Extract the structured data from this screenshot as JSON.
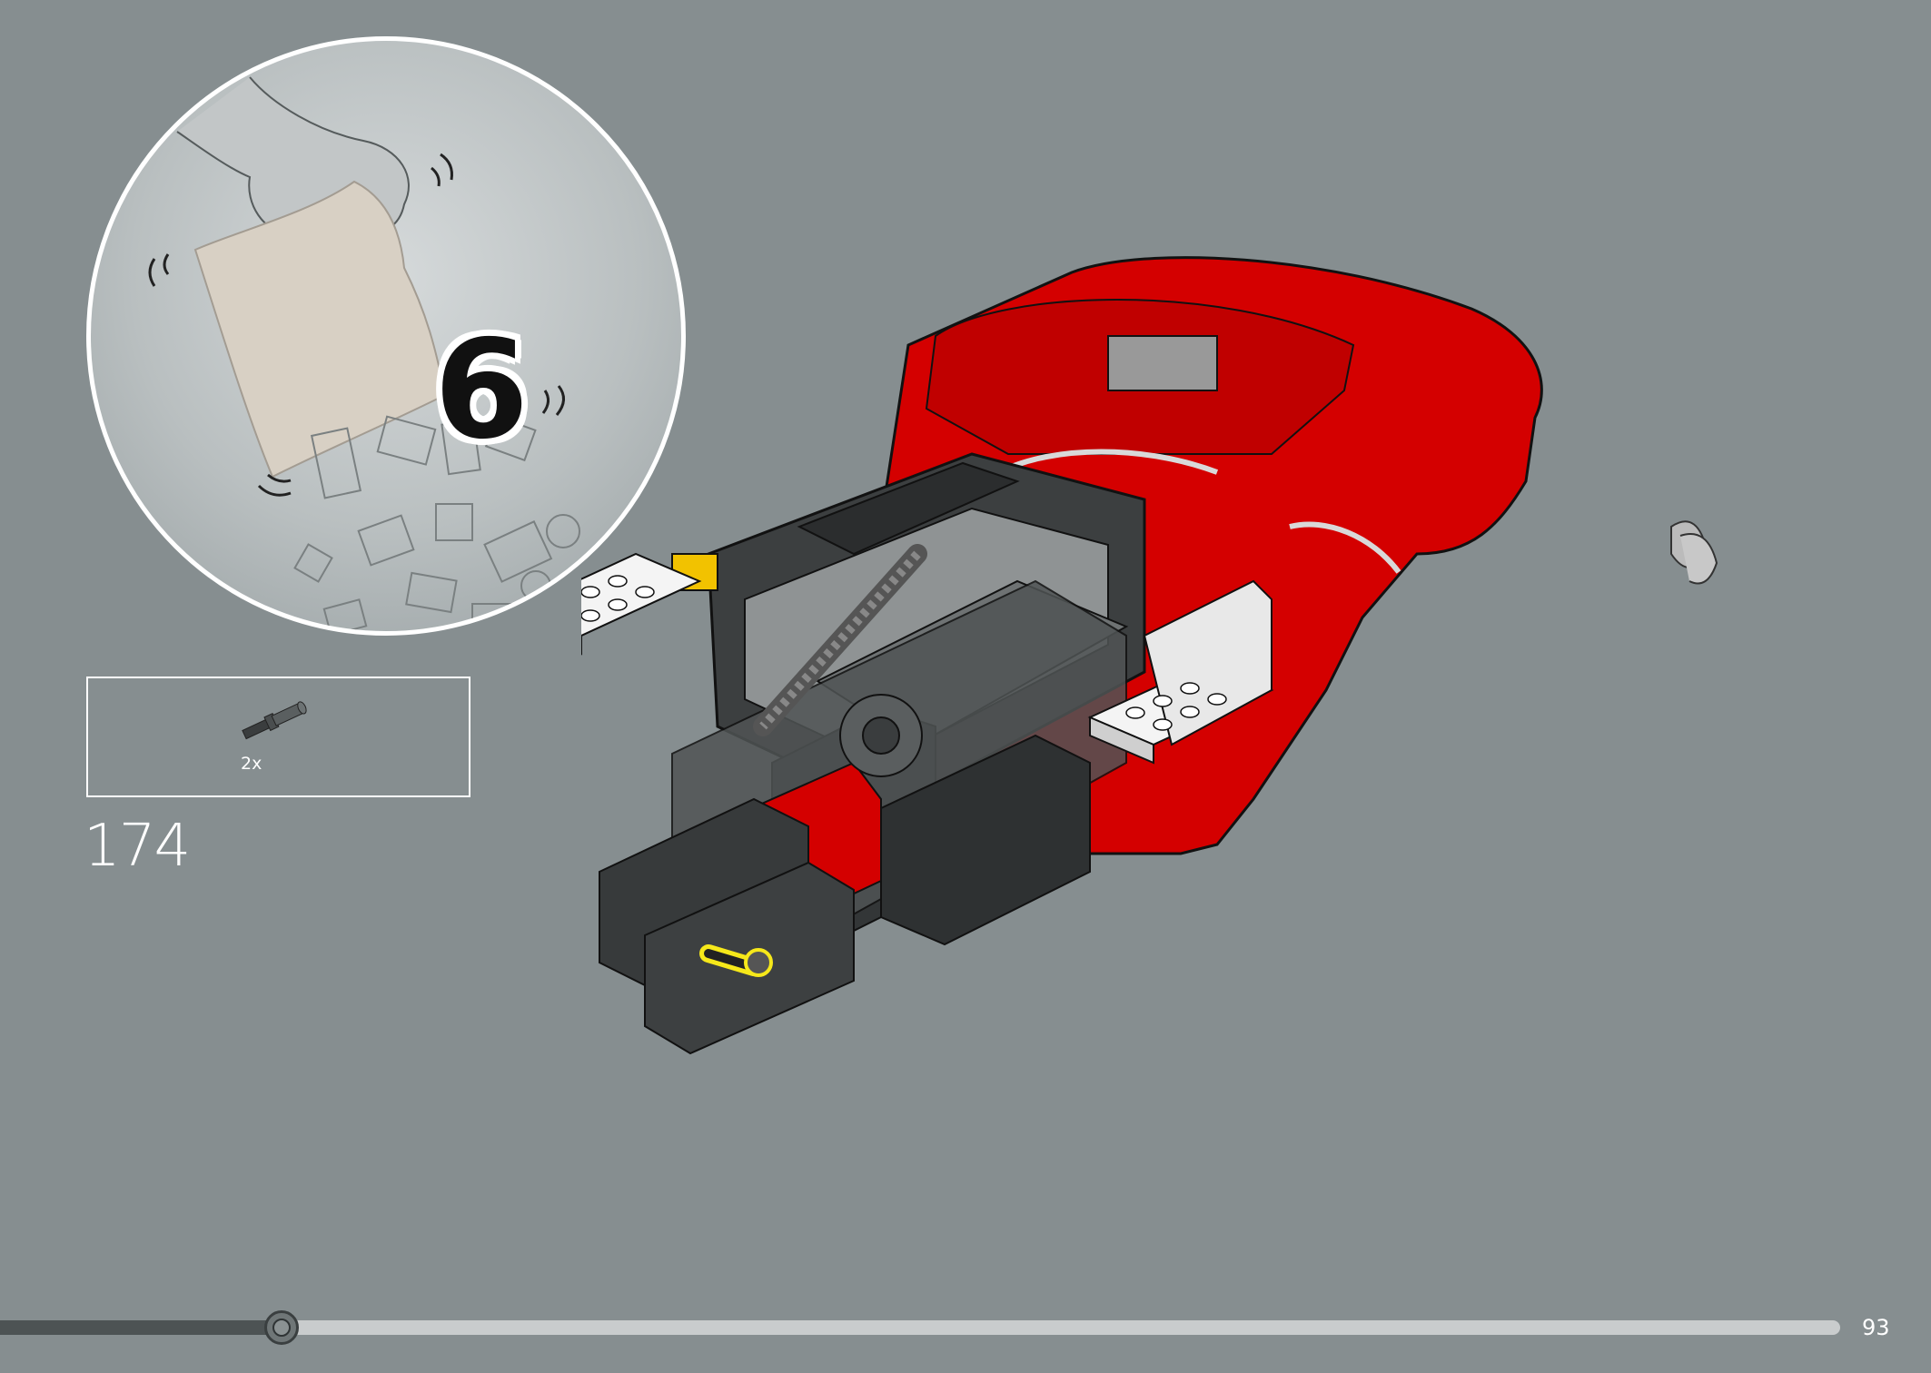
{
  "bag": {
    "number": "6"
  },
  "parts_callout": {
    "items": [
      {
        "icon": "technic-axle-pin-icon",
        "quantity": "2x"
      }
    ]
  },
  "step": {
    "number": "174"
  },
  "progress": {
    "fraction": 0.153
  },
  "page": {
    "number": "93"
  },
  "colors": {
    "background": "#868e90",
    "model_red": "#d40000",
    "highlight_yellow": "#f6e81a",
    "frame_white": "#ffffff"
  }
}
